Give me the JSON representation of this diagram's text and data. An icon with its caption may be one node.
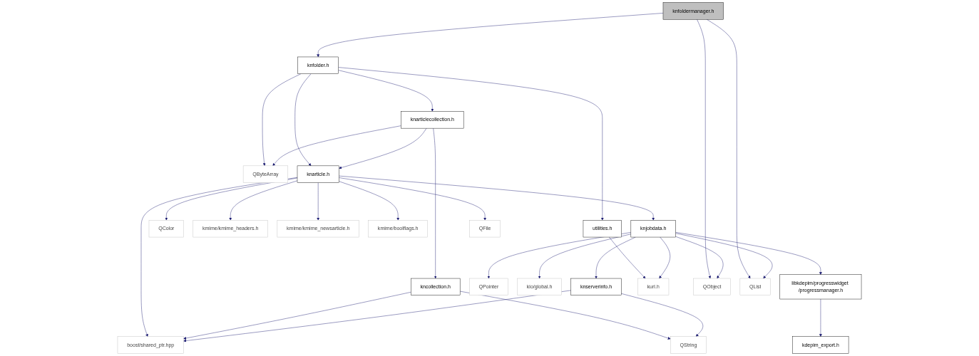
{
  "diagram": {
    "nodes": [
      {
        "text": [
          "knfoldermanager.h"
        ]
      },
      {
        "text": [
          "knfolder.h"
        ]
      },
      {
        "text": [
          "knarticlecollection.h"
        ]
      },
      {
        "text": [
          "utilities.h"
        ]
      },
      {
        "text": [
          "QByteArray"
        ]
      },
      {
        "text": [
          "knarticle.h"
        ]
      },
      {
        "text": [
          "QColor"
        ]
      },
      {
        "text": [
          "kmime/kmime_headers.h"
        ]
      },
      {
        "text": [
          "kmime/kmime_newsarticle.h"
        ]
      },
      {
        "text": [
          "kmime/boolflags.h"
        ]
      },
      {
        "text": [
          "knjobdata.h"
        ]
      },
      {
        "text": [
          "QFile"
        ]
      },
      {
        "text": [
          "kncollection.h"
        ]
      },
      {
        "text": [
          "knserverinfo.h"
        ]
      },
      {
        "text": [
          "QPointer"
        ]
      },
      {
        "text": [
          "kio/global.h"
        ]
      },
      {
        "text": [
          "libkdepim/progresswidget /progressmanager.h"
        ]
      },
      {
        "text": [
          "kurl.h"
        ]
      },
      {
        "text": [
          "QObject"
        ]
      },
      {
        "text": [
          "QList"
        ]
      },
      {
        "text": [
          "boost/shared_ptr.hpp"
        ]
      },
      {
        "text": [
          "QString"
        ]
      },
      {
        "text": [
          "kdepim_export.h"
        ]
      }
    ],
    "edges": [
      {
        "from": 0,
        "to": 1,
        "arrow": "to"
      },
      {
        "from": 0,
        "to": 18,
        "arrow": "to"
      },
      {
        "from": 0,
        "to": 19,
        "arrow": "to"
      },
      {
        "from": 1,
        "to": 4,
        "arrow": "to"
      },
      {
        "from": 1,
        "to": 2,
        "arrow": "to"
      },
      {
        "from": 1,
        "to": 5,
        "arrow": "to"
      },
      {
        "from": 1,
        "to": 3,
        "arrow": "to"
      },
      {
        "from": 2,
        "to": 4,
        "arrow": "to"
      },
      {
        "from": 2,
        "to": 5,
        "arrow": "to"
      },
      {
        "from": 2,
        "to": 12,
        "arrow": "to"
      },
      {
        "from": 3,
        "to": 17,
        "arrow": "to"
      },
      {
        "from": 5,
        "to": 6,
        "arrow": "to"
      },
      {
        "from": 5,
        "to": 7,
        "arrow": "to"
      },
      {
        "from": 5,
        "to": 8,
        "arrow": "to"
      },
      {
        "from": 5,
        "to": 9,
        "arrow": "to"
      },
      {
        "from": 5,
        "to": 10,
        "arrow": "to"
      },
      {
        "from": 5,
        "to": 11,
        "arrow": "to"
      },
      {
        "from": 5,
        "to": 20,
        "arrow": "to"
      },
      {
        "from": 10,
        "to": 13,
        "arrow": "to"
      },
      {
        "from": 10,
        "to": 14,
        "arrow": "to"
      },
      {
        "from": 10,
        "to": 15,
        "arrow": "to"
      },
      {
        "from": 10,
        "to": 16,
        "arrow": "to"
      },
      {
        "from": 10,
        "to": 17,
        "arrow": "to"
      },
      {
        "from": 10,
        "to": 18,
        "arrow": "to"
      },
      {
        "from": 10,
        "to": 19,
        "arrow": "to"
      },
      {
        "from": 12,
        "to": 20,
        "arrow": "to"
      },
      {
        "from": 12,
        "to": 21,
        "arrow": "to"
      },
      {
        "from": 13,
        "to": 20,
        "arrow": "to"
      },
      {
        "from": 13,
        "to": 21,
        "arrow": "to"
      },
      {
        "from": 16,
        "to": 22,
        "arrow": "to"
      }
    ]
  }
}
